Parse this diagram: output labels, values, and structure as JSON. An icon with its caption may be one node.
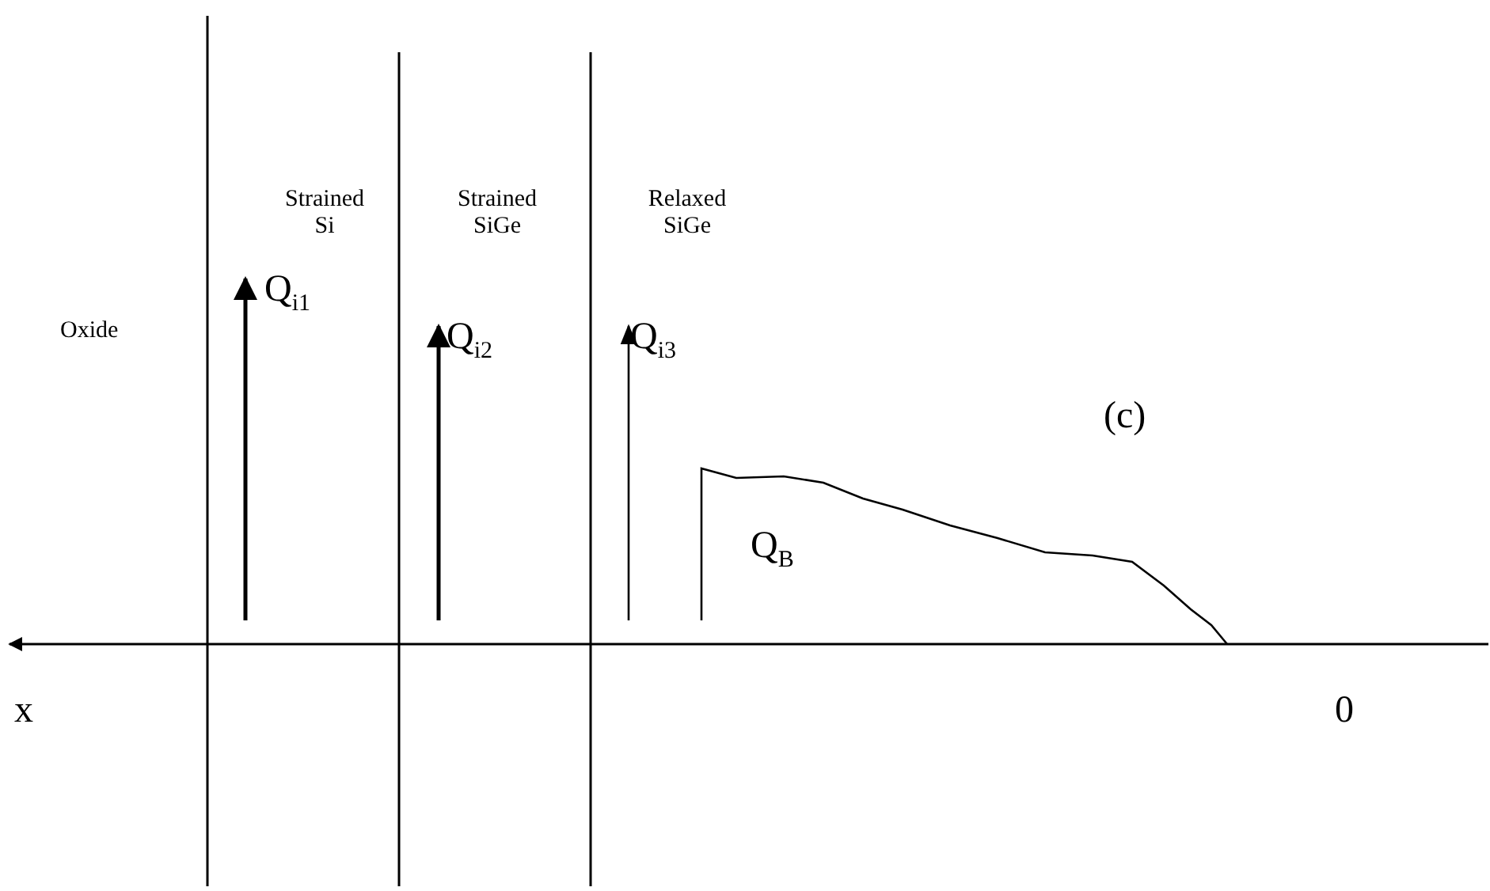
{
  "diagram": {
    "labels": [
      "Oxide",
      "Strained Si",
      "Strained SiGe",
      "Relaxed SiGe",
      "Q$_{i1}$",
      "Q$_{i2}$",
      "Q$_{i3}$",
      "(c)",
      "Q$_{B}$",
      "x",
      "0"
    ]
  }
}
